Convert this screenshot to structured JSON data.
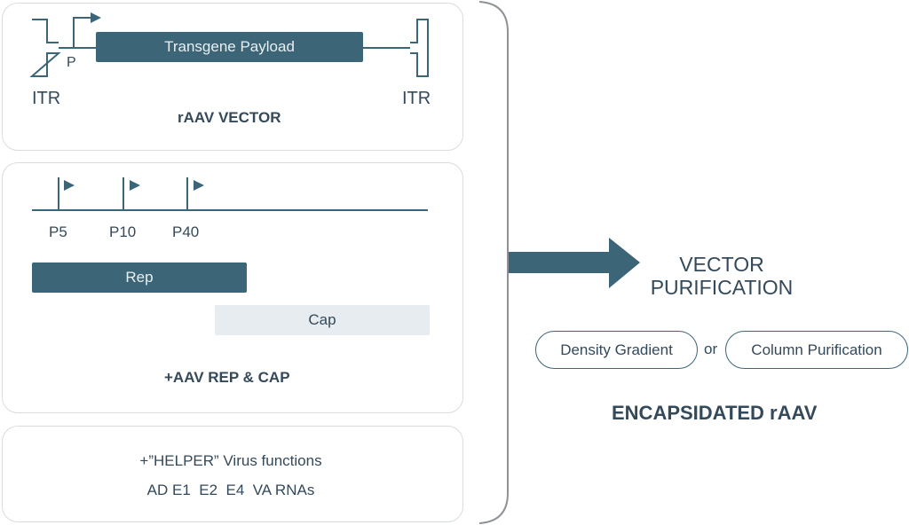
{
  "vector": {
    "payload_label": "Transgene Payload",
    "promoter_label": "P",
    "itr_left": "ITR",
    "itr_right": "ITR",
    "caption": "rAAV VECTOR"
  },
  "repcap": {
    "promoters": [
      "P5",
      "P10",
      "P40"
    ],
    "rep_label": "Rep",
    "cap_label": "Cap",
    "caption": "+AAV REP & CAP"
  },
  "helper": {
    "title": "+”HELPER” Virus functions",
    "genes": "AD E1  E2  E4  VA RNAs"
  },
  "purification": {
    "title_line1": "VECTOR",
    "title_line2": "PURIFICATION",
    "option_a": "Density Gradient",
    "connector": "or",
    "option_b": "Column Purification",
    "result": "ENCAPSIDATED rAAV"
  },
  "colors": {
    "teal": "#3c6577",
    "light": "#e6ecef",
    "text": "#34495a",
    "border": "#d9dde0"
  }
}
